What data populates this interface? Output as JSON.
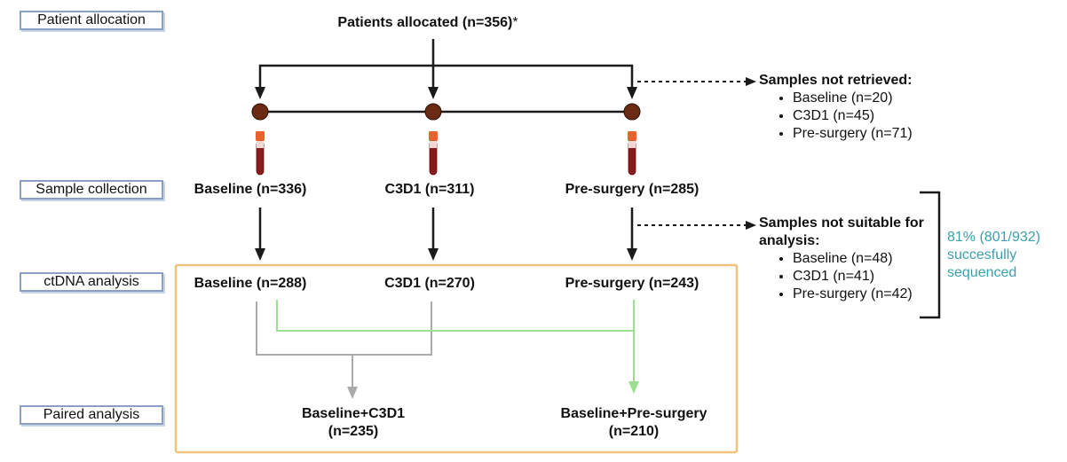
{
  "stages": {
    "allocation": "Patient allocation",
    "collection": "Sample collection",
    "analysis": "ctDNA analysis",
    "paired": "Paired analysis"
  },
  "allocated": {
    "label": "Patients allocated (n=356)",
    "asterisk": "*"
  },
  "collection": {
    "baseline": "Baseline (n=336)",
    "c3d1": "C3D1 (n=311)",
    "presurgery": "Pre-surgery (n=285)"
  },
  "analysis": {
    "baseline": "Baseline (n=288)",
    "c3d1": "C3D1 (n=270)",
    "presurgery": "Pre-surgery (n=243)"
  },
  "paired": {
    "baseline_c3d1": {
      "name": "Baseline+C3D1",
      "n": "(n=235)"
    },
    "baseline_presurgery": {
      "name": "Baseline+Pre-surgery",
      "n": "(n=210)"
    }
  },
  "not_retrieved": {
    "title": "Samples not retrieved:",
    "items": [
      "Baseline (n=20)",
      "C3D1 (n=45)",
      "Pre-surgery (n=71)"
    ]
  },
  "not_suitable": {
    "title_line1": "Samples not suitable for",
    "title_line2": "analysis:",
    "items": [
      "Baseline (n=48)",
      "C3D1 (n=41)",
      "Pre-surgery (n=42)"
    ]
  },
  "success": {
    "line1": "81% (801/932)",
    "line2": "succesfully",
    "line3": "sequenced"
  },
  "colors": {
    "arrow": "#1a1a1a",
    "timepoint": "#6b2a12",
    "analysis_box": "#f2c27a",
    "stage_border": "#8aa0c4",
    "grey_path": "#aaaaaa",
    "green_path": "#9be08e",
    "teal_text": "#3aa0ab"
  }
}
